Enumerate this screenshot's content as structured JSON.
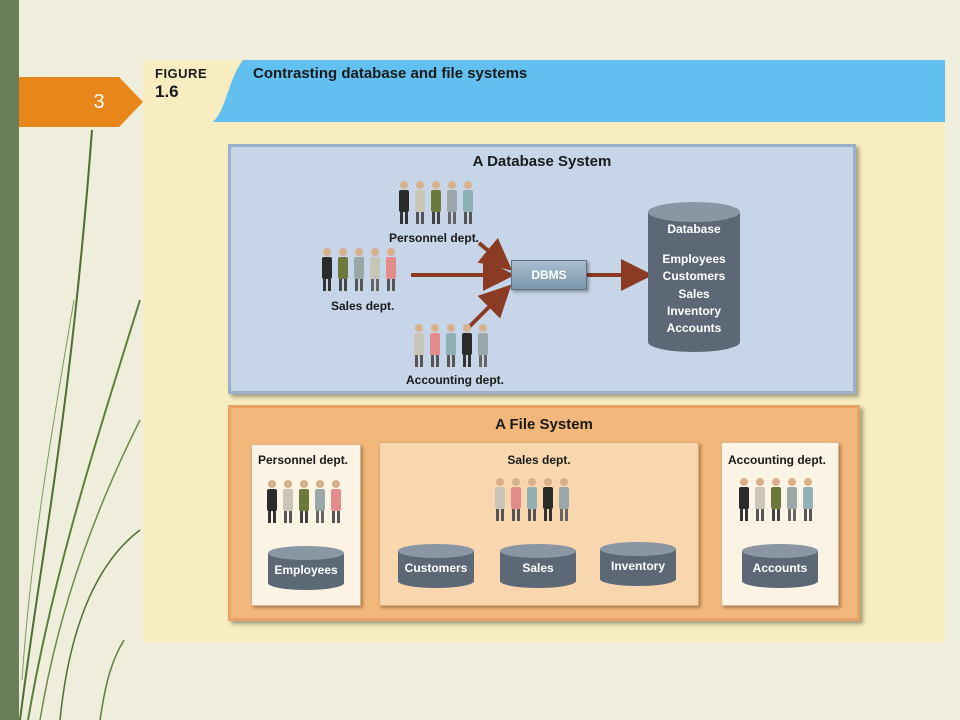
{
  "slide": {
    "number": "3"
  },
  "figure": {
    "label": "FIGURE",
    "number": "1.6",
    "title": "Contrasting database and file systems"
  },
  "database_system": {
    "title": "A Database System",
    "departments": {
      "personnel": "Personnel dept.",
      "sales": "Sales dept.",
      "accounting": "Accounting dept."
    },
    "dbms_label": "DBMS",
    "database": {
      "title": "Database",
      "items": [
        "Employees",
        "Customers",
        "Sales",
        "Inventory",
        "Accounts"
      ]
    }
  },
  "file_system": {
    "title": "A File System",
    "personnel": {
      "label": "Personnel dept.",
      "files": [
        "Employees"
      ]
    },
    "sales": {
      "label": "Sales dept.",
      "files": [
        "Customers",
        "Sales",
        "Inventory"
      ]
    },
    "accounting": {
      "label": "Accounting dept.",
      "files": [
        "Accounts"
      ]
    }
  },
  "colors": {
    "slide_background": "#efeedd",
    "accent_orange": "#e8861a",
    "header_blue": "#62c0f0",
    "db_box": "#c6d6e8",
    "fs_box": "#f2b77a",
    "arrow": "#8b3a24",
    "cylinder": "#5d6877"
  }
}
